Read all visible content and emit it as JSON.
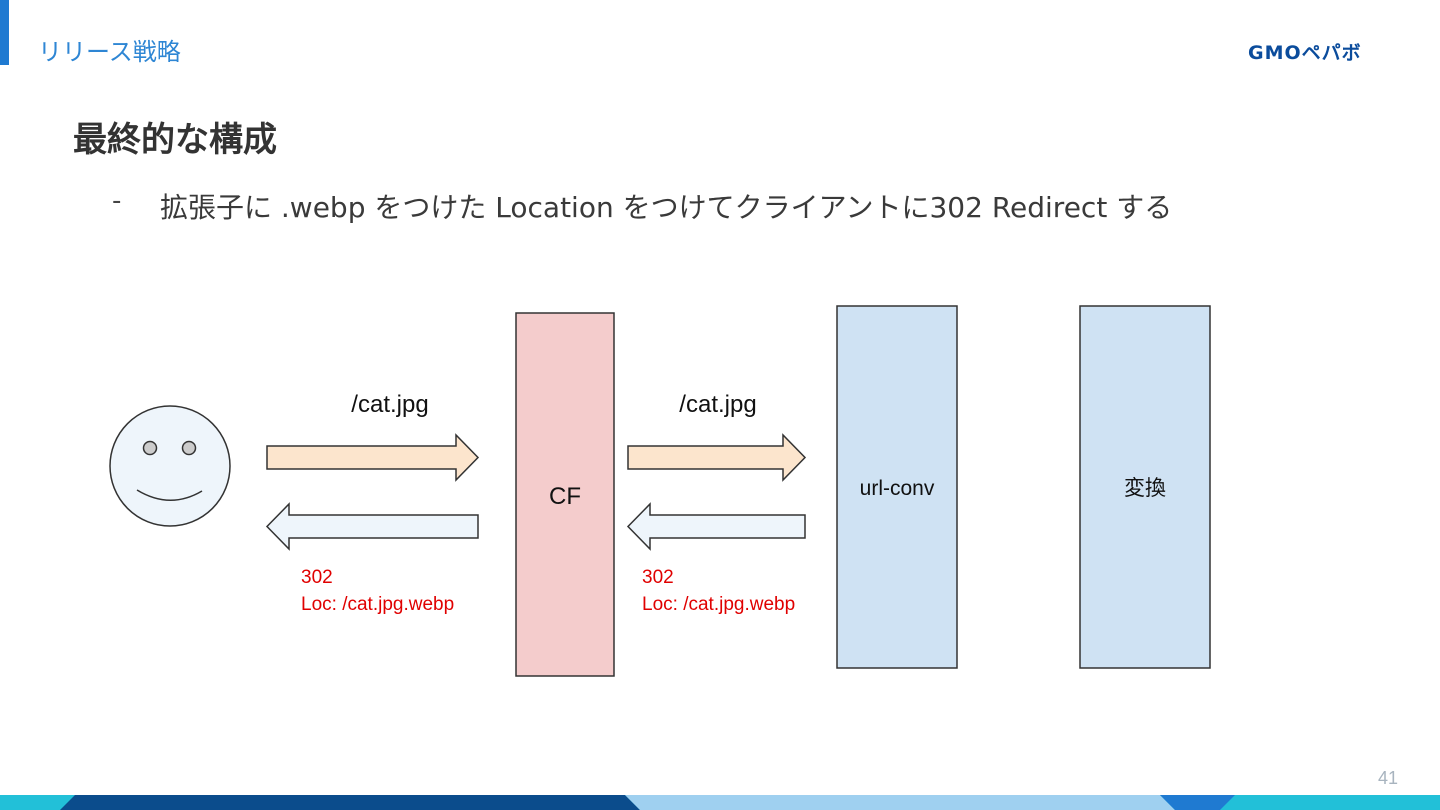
{
  "header": {
    "section": "リリース戦略",
    "logo": "GMOペパボ"
  },
  "slide": {
    "title": "最終的な構成",
    "bullet_dash": "-",
    "bullet": "拡張子に .webp をつけた Location をつけてクライアントに302 Redirect する",
    "page_number": "41"
  },
  "diagram": {
    "nodes": {
      "cf": "CF",
      "url_conv": "url-conv",
      "convert": "変換"
    },
    "request_label_1": "/cat.jpg",
    "request_label_2": "/cat.jpg",
    "response_1": {
      "status": "302",
      "location": "Loc: /cat.jpg.webp"
    },
    "response_2": {
      "status": "302",
      "location": "Loc: /cat.jpg.webp"
    }
  },
  "colors": {
    "accent": "#1f7ad1",
    "cf_fill": "#f4cccc",
    "server_fill": "#cfe2f3",
    "request_arrow": "#fce5cd",
    "response_arrow": "#eef5fb",
    "response_text": "#e00000",
    "footer_dark": "#0b4c8c",
    "footer_light": "#9fd0f0",
    "footer_cyan": "#22c0d8"
  }
}
